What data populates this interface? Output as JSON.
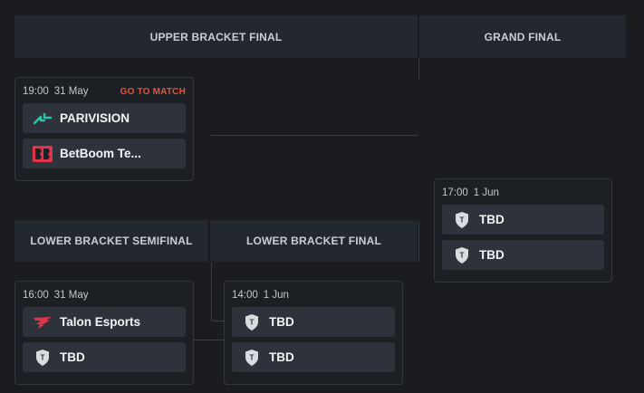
{
  "stages": {
    "upper_final": "UPPER BRACKET FINAL",
    "grand_final": "GRAND FINAL",
    "lower_semi": "LOWER BRACKET SEMIFINAL",
    "lower_final": "LOWER BRACKET FINAL"
  },
  "matches": {
    "ubf": {
      "time": "19:00",
      "date": "31 May",
      "cta": "GO TO MATCH",
      "team1": {
        "name": "PARIVISION",
        "icon": "parivision-logo"
      },
      "team2": {
        "name": "BetBoom Te...",
        "icon": "betboom-logo"
      }
    },
    "gf": {
      "time": "17:00",
      "date": "1 Jun",
      "team1": {
        "name": "TBD",
        "icon": "tbd-shield-icon"
      },
      "team2": {
        "name": "TBD",
        "icon": "tbd-shield-icon"
      }
    },
    "lbs": {
      "time": "16:00",
      "date": "31 May",
      "team1": {
        "name": "Talon Esports",
        "icon": "talon-logo"
      },
      "team2": {
        "name": "TBD",
        "icon": "tbd-shield-icon"
      }
    },
    "lbf": {
      "time": "14:00",
      "date": "1 Jun",
      "team1": {
        "name": "TBD",
        "icon": "tbd-shield-icon"
      },
      "team2": {
        "name": "TBD",
        "icon": "tbd-shield-icon"
      }
    }
  },
  "colors": {
    "background": "#1a1c20",
    "header": "#23272e",
    "team_row": "#2e333b",
    "accent": "#e0563b",
    "parivision": "#2ec4a6",
    "betboom": "#e0344a"
  }
}
